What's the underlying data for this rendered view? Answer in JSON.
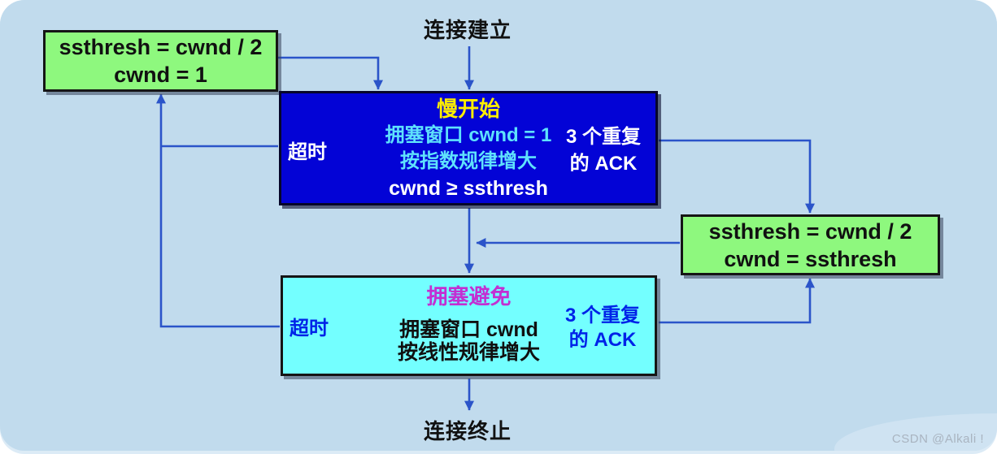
{
  "diagram": {
    "title_top": "连接建立",
    "title_bottom": "连接终止",
    "reset_left": {
      "line1": "ssthresh = cwnd / 2",
      "line2": "cwnd = 1"
    },
    "slow_start": {
      "title": "慢开始",
      "detail1": "拥塞窗口 cwnd = 1",
      "detail2": "按指数规律增大",
      "condition": "cwnd ≥ ssthresh",
      "timeout_label": "超时",
      "dup_ack_line1": "3 个重复",
      "dup_ack_line2": "的 ACK"
    },
    "reset_right": {
      "line1": "ssthresh = cwnd / 2",
      "line2": "cwnd = ssthresh"
    },
    "congestion_avoidance": {
      "title": "拥塞避免",
      "detail1": "拥塞窗口 cwnd",
      "detail2": "按线性规律增大",
      "timeout_label": "超时",
      "dup_ack_line1": "3 个重复",
      "dup_ack_line2": "的 ACK"
    },
    "colors": {
      "background": "#c1dbed",
      "connector": "#2b54c9",
      "reset_box_fill": "#8ef87e",
      "slow_start_fill": "#0303d6",
      "slow_start_title": "#ffee00",
      "slow_start_detail": "#5fe2fc",
      "congestion_fill": "#73ffff",
      "congestion_title": "#c32fd2",
      "timeout_blue_text": "#0023e8"
    }
  },
  "watermark": "CSDN @Alkali !"
}
